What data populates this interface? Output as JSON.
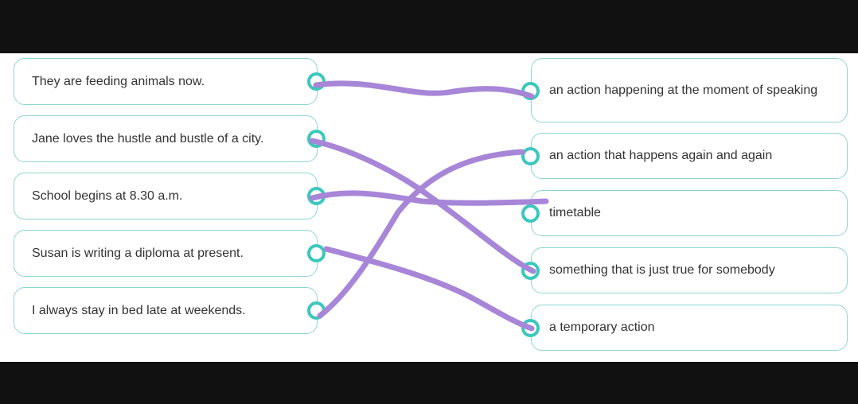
{
  "left_items": [
    {
      "text": "They are feeding animals now."
    },
    {
      "text": "Jane loves the hustle and bustle of a city."
    },
    {
      "text": "School begins at 8.30 a.m."
    },
    {
      "text": "Susan is writing a diploma at present."
    },
    {
      "text": "I always stay in bed late at weekends."
    }
  ],
  "right_items": [
    {
      "text": "an action happening at the moment of speaking"
    },
    {
      "text": "an action that happens again and again"
    },
    {
      "text": "timetable"
    },
    {
      "text": "something that is just true for somebody"
    },
    {
      "text": "a temporary action"
    }
  ],
  "connections": [
    {
      "from": 1,
      "to": 1
    },
    {
      "from": 2,
      "to": 4
    },
    {
      "from": 3,
      "to": 3
    },
    {
      "from": 4,
      "to": 5
    },
    {
      "from": 5,
      "to": 2
    }
  ],
  "colors": {
    "card_border": "#8fd5cf",
    "connector_ring": "#3cc7bd",
    "drawn_line": "#a786d8",
    "letterbox": "#111111"
  }
}
